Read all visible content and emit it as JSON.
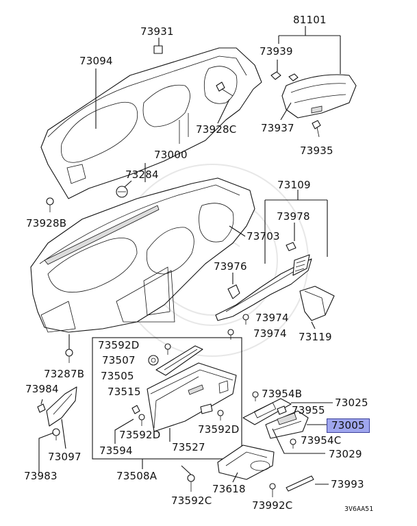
{
  "diagram": {
    "drawing_code": "3V6AA51",
    "selected_part": "73005",
    "labels": {
      "p73931": "73931",
      "p81101": "81101",
      "p73094": "73094",
      "p73939": "73939",
      "p73928c": "73928C",
      "p73937": "73937",
      "p73935": "73935",
      "p73000": "73000",
      "p73284": "73284",
      "p73109": "73109",
      "p73928b": "73928B",
      "p73978": "73978",
      "p73703": "73703",
      "p73976": "73976",
      "p73974a": "73974",
      "p73974b": "73974",
      "p73119": "73119",
      "p73592d_a": "73592D",
      "p73507": "73507",
      "p73505": "73505",
      "p73287b": "73287B",
      "p73984": "73984",
      "p73515": "73515",
      "p73954b": "73954B",
      "p73025": "73025",
      "p73955": "73955",
      "p73005": "73005",
      "p73592d_b": "73592D",
      "p73592d_c": "73592D",
      "p73954c": "73954C",
      "p73594": "73594",
      "p73527": "73527",
      "p73097": "73097",
      "p73029": "73029",
      "p73983": "73983",
      "p73508a": "73508A",
      "p73618": "73618",
      "p73993": "73993",
      "p73592c": "73592C",
      "p73992c": "73992C"
    }
  }
}
